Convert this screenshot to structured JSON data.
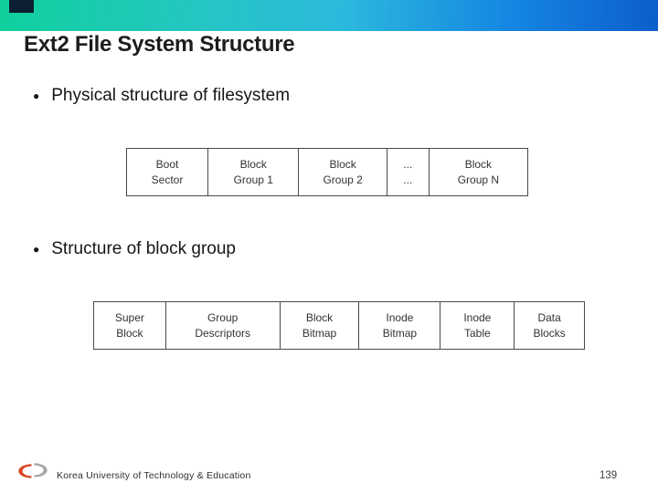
{
  "header": {
    "title": "Ext2 File System Structure"
  },
  "bullets": [
    "Physical structure of filesystem",
    "Structure of block group"
  ],
  "table1": {
    "description": "physical structure of filesystem",
    "cells": [
      [
        "Boot",
        "Sector"
      ],
      [
        "Block",
        "Group 1"
      ],
      [
        "Block",
        "Group 2"
      ],
      [
        "...",
        "..."
      ],
      [
        "Block",
        "Group N"
      ]
    ]
  },
  "table2": {
    "description": "structure of block group",
    "cells": [
      [
        "Super",
        "Block"
      ],
      [
        "Group",
        "Descriptors"
      ],
      [
        "Block",
        "Bitmap"
      ],
      [
        "Inode",
        "Bitmap"
      ],
      [
        "Inode",
        "Table"
      ],
      [
        "Data",
        "Blocks"
      ]
    ]
  },
  "footer": {
    "institution": "Korea University of Technology & Education",
    "page_number": "139"
  },
  "colors": {
    "header_gradient_start": "#0fd09c",
    "header_gradient_mid": "#2bb9dd",
    "header_gradient_end": "#0c5ecb",
    "accent_rect": "#0d1f33",
    "table_border": "#4a4a4a",
    "text": "#1d1d1d",
    "logo_red": "#d9431f",
    "logo_gray": "#a6a6a6"
  }
}
